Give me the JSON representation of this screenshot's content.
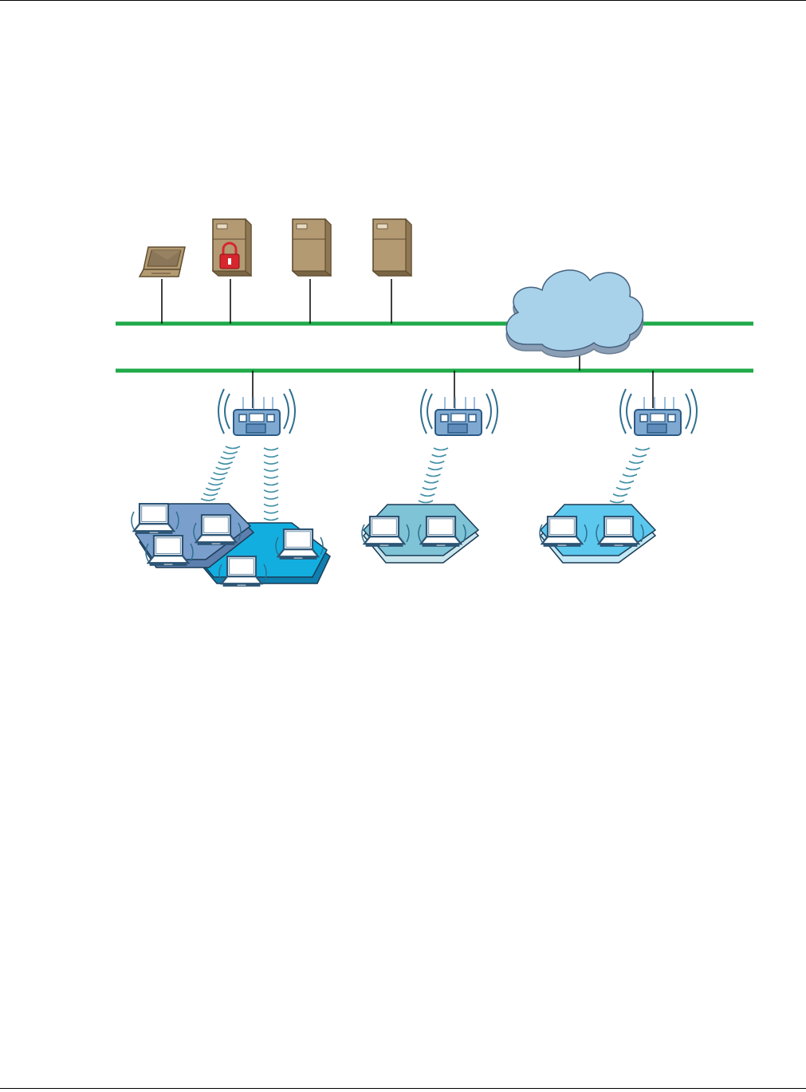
{
  "page": {
    "background": "#ffffff",
    "rule_color": "#000000"
  },
  "colors": {
    "lan_line": "#1faa4a",
    "cable": "#000000",
    "device_tan": "#b39a72",
    "device_tan_dark": "#7a6544",
    "lock_red": "#d7262e",
    "cloud_fill": "#a8d1ea",
    "cloud_shadow": "#8a9fb5",
    "ap_blue": "#7fa9d0",
    "ap_dark": "#2b5a86",
    "wave_teal": "#3f8fa6",
    "bss1_fill": "#7a9fcd",
    "bss2_fill": "#12aee0",
    "bss3_fill": "#7ec3d6",
    "bss4_fill": "#5cc8ee",
    "laptop_frame": "#2d5575",
    "laptop_screen": "#ffffff"
  },
  "diagram": {
    "wired_devices": [
      {
        "icon": "laptop-icon"
      },
      {
        "icon": "auth-server-icon",
        "badge": "lock-icon"
      },
      {
        "icon": "server-icon"
      },
      {
        "icon": "server-icon"
      }
    ],
    "network_cloud": {
      "icon": "cloud-icon"
    },
    "backbones": [
      {
        "icon": "upper-lan-line"
      },
      {
        "icon": "lower-lan-line"
      }
    ],
    "access_points": [
      {
        "icon": "access-point-icon",
        "links": 2
      },
      {
        "icon": "access-point-icon",
        "links": 1
      },
      {
        "icon": "access-point-icon",
        "links": 1
      }
    ],
    "wireless_cells": [
      {
        "icon": "bss-cell-icon",
        "laptops": 3
      },
      {
        "icon": "bss-cell-icon",
        "laptops": 2
      },
      {
        "icon": "bss-cell-icon",
        "laptops": 2
      },
      {
        "icon": "bss-cell-icon",
        "laptops": 2
      }
    ]
  }
}
